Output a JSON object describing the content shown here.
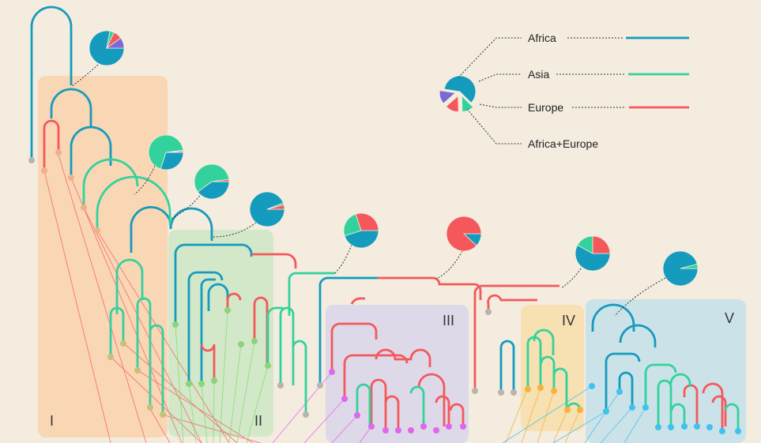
{
  "legend": {
    "items": [
      {
        "label": "Africa",
        "color": "#149bbd"
      },
      {
        "label": "Asia",
        "color": "#33d29d"
      },
      {
        "label": "Europe",
        "color": "#f4585b"
      },
      {
        "label": "Africa+Europe",
        "color": "#7b69d6"
      }
    ]
  },
  "clades": [
    {
      "label": "I",
      "fill": "#f9d6b4"
    },
    {
      "label": "II",
      "fill": "#d3e8c9"
    },
    {
      "label": "III",
      "fill": "#ddd9e8"
    },
    {
      "label": "IV",
      "fill": "#f7e0b2"
    },
    {
      "label": "V",
      "fill": "#cbe3e8"
    }
  ],
  "colors": {
    "africa": "#149bbd",
    "asia": "#33d29d",
    "europe": "#f4585b",
    "mixed": "#7b69d6",
    "background": "#f3ecdf"
  },
  "pie_nodes": [
    {
      "africa": 0.78,
      "asia": 0.04,
      "europe": 0.08,
      "mixed": 0.1
    },
    {
      "africa": 0.3,
      "asia": 0.68,
      "europe": 0.01,
      "mixed": 0.01
    },
    {
      "africa": 0.4,
      "asia": 0.58,
      "europe": 0.02,
      "mixed": 0.0
    },
    {
      "africa": 0.94,
      "asia": 0.02,
      "europe": 0.04,
      "mixed": 0.0
    },
    {
      "africa": 0.45,
      "asia": 0.25,
      "europe": 0.3,
      "mixed": 0.0
    },
    {
      "africa": 0.12,
      "asia": 0.0,
      "europe": 0.88,
      "mixed": 0.0
    },
    {
      "africa": 0.58,
      "asia": 0.17,
      "europe": 0.25,
      "mixed": 0.0
    },
    {
      "africa": 0.96,
      "asia": 0.04,
      "europe": 0.0,
      "mixed": 0.0
    }
  ]
}
